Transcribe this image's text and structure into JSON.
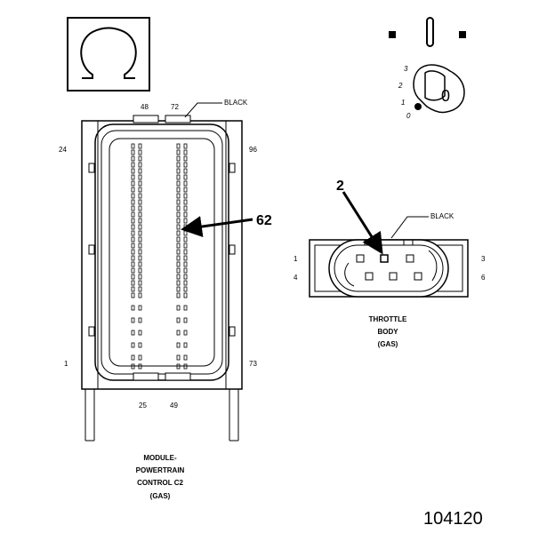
{
  "figure_id": "104120",
  "ohm_symbol": "Ω",
  "ignition": {
    "positions": [
      "3",
      "2",
      "1",
      "0"
    ],
    "key_label": "0"
  },
  "pcm": {
    "color_label": "BLACK",
    "pins": {
      "top_left": "48",
      "top_right": "72",
      "left_upper": "24",
      "right_upper": "96",
      "left_lower": "1",
      "right_lower": "73",
      "bottom_left": "25",
      "bottom_right": "49"
    },
    "callout": "62",
    "name_lines": [
      "MODULE-",
      "POWERTRAIN",
      "CONTROL C2",
      "(GAS)"
    ]
  },
  "throttle_body": {
    "color_label": "BLACK",
    "callout": "2",
    "pins": {
      "top_left": "1",
      "bottom_left": "4",
      "top_right": "3",
      "bottom_right": "6"
    },
    "name_lines": [
      "THROTTLE",
      "BODY",
      "(GAS)"
    ]
  }
}
